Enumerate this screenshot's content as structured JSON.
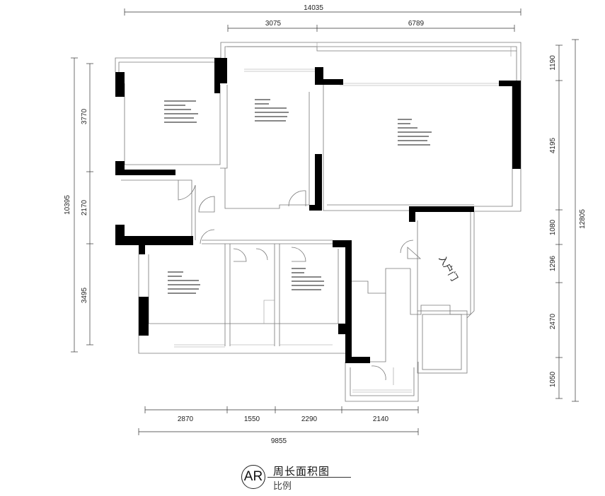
{
  "drawing": {
    "badge": "AR",
    "title": "周长面积图",
    "subtitle": "比例",
    "entrance_label": "入户门"
  },
  "dimensions": {
    "top_overall": "14035",
    "top_left": "3075",
    "top_right": "6789",
    "left_overall": "10395",
    "left_top": "3770",
    "left_mid": "2170",
    "left_bottom": "3495",
    "right_overall": "12805",
    "right_1": "1190",
    "right_2": "4195",
    "right_3": "1080",
    "right_4": "1296",
    "right_5": "2470",
    "right_6": "1050",
    "bottom_1": "2870",
    "bottom_2": "1550",
    "bottom_3": "2290",
    "bottom_4": "2140",
    "bottom_overall": "9855"
  },
  "colors": {
    "wall": "#000000",
    "line": "#777777",
    "text": "#222222"
  }
}
